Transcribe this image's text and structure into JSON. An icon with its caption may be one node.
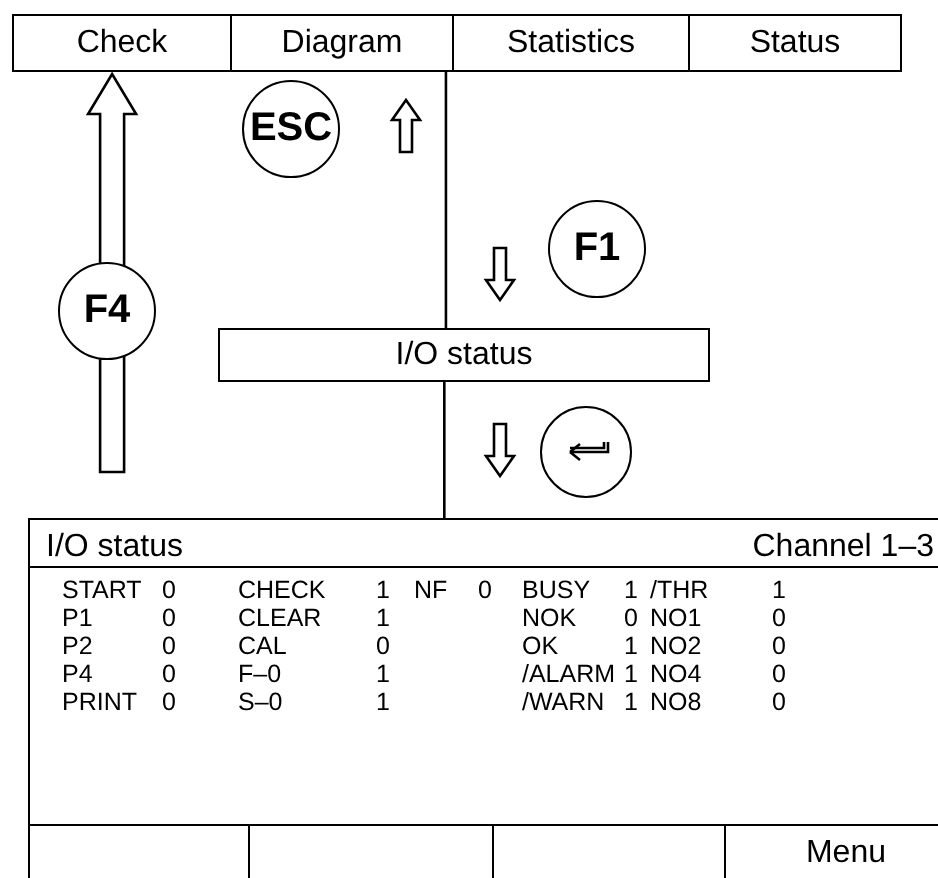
{
  "diagram": {
    "nodes": [
      {
        "text": [
          "Check"
        ]
      },
      {
        "text": [
          "Diagram"
        ]
      },
      {
        "text": [
          "Statistics"
        ]
      },
      {
        "text": [
          "Status"
        ]
      },
      {
        "text": [
          "ESC"
        ]
      },
      {
        "text": [
          "F1"
        ]
      },
      {
        "text": [
          "F4"
        ]
      },
      {
        "text": [
          "I/O status"
        ]
      },
      {
        "text": [],
        "shape": "circle"
      },
      {
        "text": [
          "I/O status",
          "Channel 1–3"
        ]
      },
      {
        "text": [],
        "shape": "box",
        "in": 9
      },
      {
        "text": [],
        "shape": "box",
        "in": 9
      },
      {
        "text": [],
        "shape": "box",
        "in": 9
      },
      {
        "text": [
          "Menu"
        ],
        "in": 9
      }
    ],
    "edges": [
      {
        "from": 1,
        "to": 7,
        "arrow": "none"
      },
      {
        "from": 7,
        "to": 9,
        "arrow": "none"
      },
      {
        "from": null,
        "to": 0,
        "arrow": "to"
      },
      {
        "from": null,
        "to": 1,
        "arrow": "to"
      },
      {
        "from": null,
        "to": 7,
        "arrow": "to"
      },
      {
        "from": null,
        "to": 9,
        "arrow": "to"
      }
    ],
    "labels": [
      "START",
      "0",
      "CHECK",
      "1",
      "NF",
      "0",
      "BUSY",
      "1",
      "/THR",
      "1",
      "P1",
      "0",
      "CLEAR",
      "1",
      "NOK",
      "0",
      "NO1",
      "0",
      "P2",
      "0",
      "CAL",
      "0",
      "OK",
      "1",
      "NO2",
      "0",
      "P4",
      "0",
      "F–0",
      "1",
      "/ALARM",
      "1",
      "NO4",
      "0",
      "PRINT",
      "0",
      "S–0",
      "1",
      "/WARN",
      "1",
      "NO8",
      "0"
    ]
  }
}
